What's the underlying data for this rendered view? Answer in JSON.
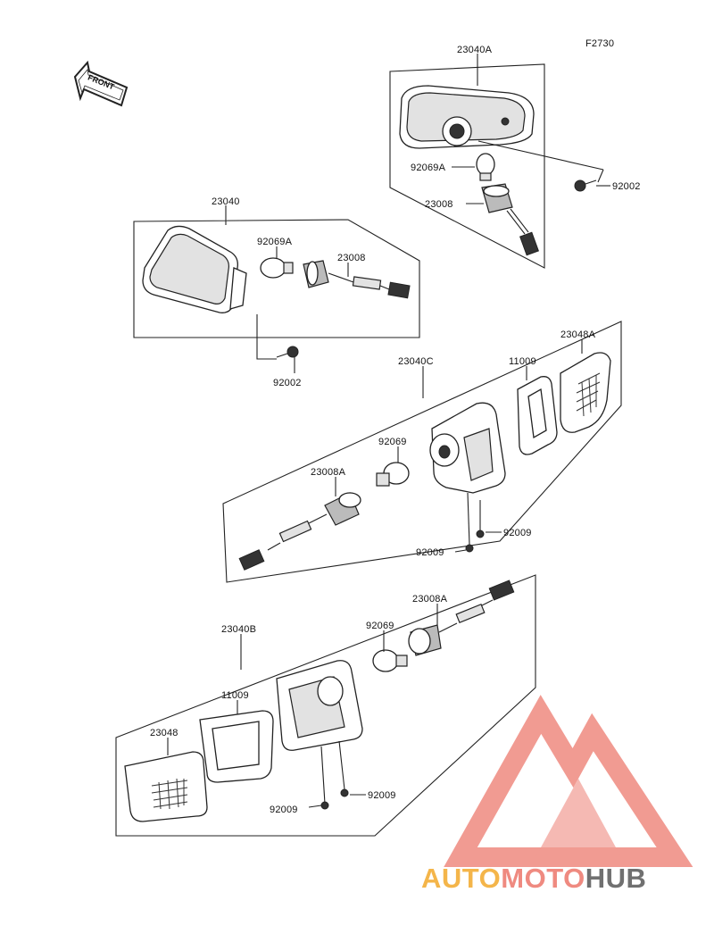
{
  "figure_code": "F2730",
  "front_arrow_label": "FRONT",
  "labels": {
    "assy_a": "23040A",
    "assy": "23040",
    "assy_c": "23040C",
    "assy_b": "23040B",
    "bulb_a_top": "92069A",
    "bulb_a_left": "92069A",
    "socket_top": "23008",
    "socket_left": "23008",
    "screw_top": "92002",
    "screw_left": "92002",
    "gasket_c": "11009",
    "lens_c": "23048A",
    "bulb_c": "92069",
    "socket_c": "23008A",
    "screw_c1": "92009",
    "screw_c2": "92009",
    "socket_b": "23008A",
    "bulb_b": "92069",
    "gasket_b": "11009",
    "lens_b": "23048",
    "screw_b1": "92009",
    "screw_b2": "92009"
  },
  "watermark": {
    "part1": "AUTO",
    "part2": "MOTO",
    "part3": "HUB",
    "color_light": "#f4b54a",
    "color_mid": "#ef8a80",
    "color_dark": "#707070"
  }
}
